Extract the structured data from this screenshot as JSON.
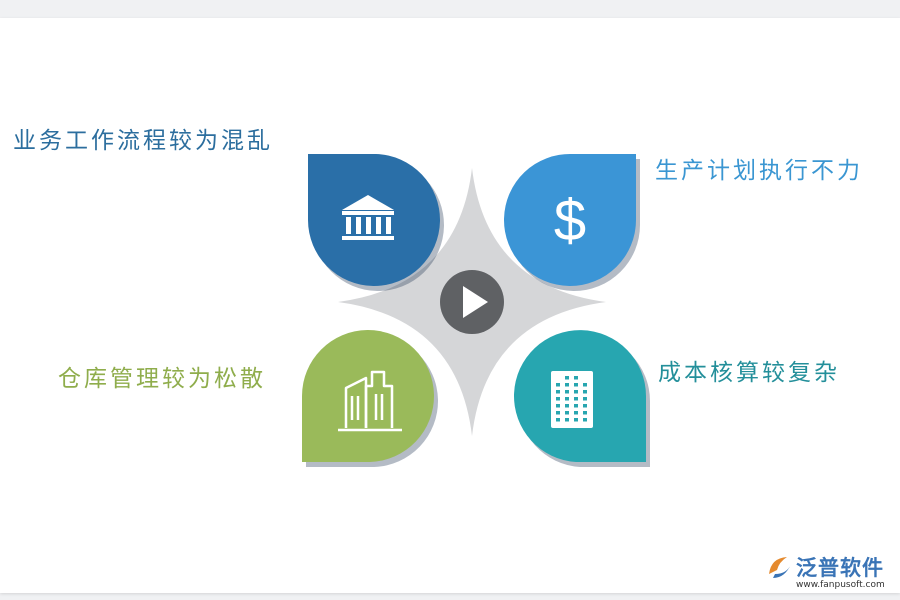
{
  "labels": {
    "top_left": "业务工作流程较为混乱",
    "top_right": "生产计划执行不力",
    "bottom_left": "仓库管理较为松散",
    "bottom_right": "成本核算较复杂"
  },
  "colors": {
    "top_left_petal": "#2a6fa8",
    "top_right_petal": "#3b95d6",
    "bottom_left_petal": "#9aba5a",
    "bottom_right_petal": "#27a6b0",
    "star": "#d5d6d8",
    "play_button": "#5f6164",
    "top_left_text": "#2c6e9e",
    "top_right_text": "#3a96d2",
    "bottom_left_text": "#8fad4c",
    "bottom_right_text": "#238f9a",
    "logo_text": "#3a74b6",
    "logo_url": "#333333"
  },
  "icons": {
    "top_left": "bank-building-icon",
    "top_right": "dollar-sign-icon",
    "bottom_left": "city-buildings-icon",
    "bottom_right": "office-building-icon",
    "center": "play-icon"
  },
  "logo": {
    "name": "泛普软件",
    "url": "www.fanpusoft.com"
  }
}
